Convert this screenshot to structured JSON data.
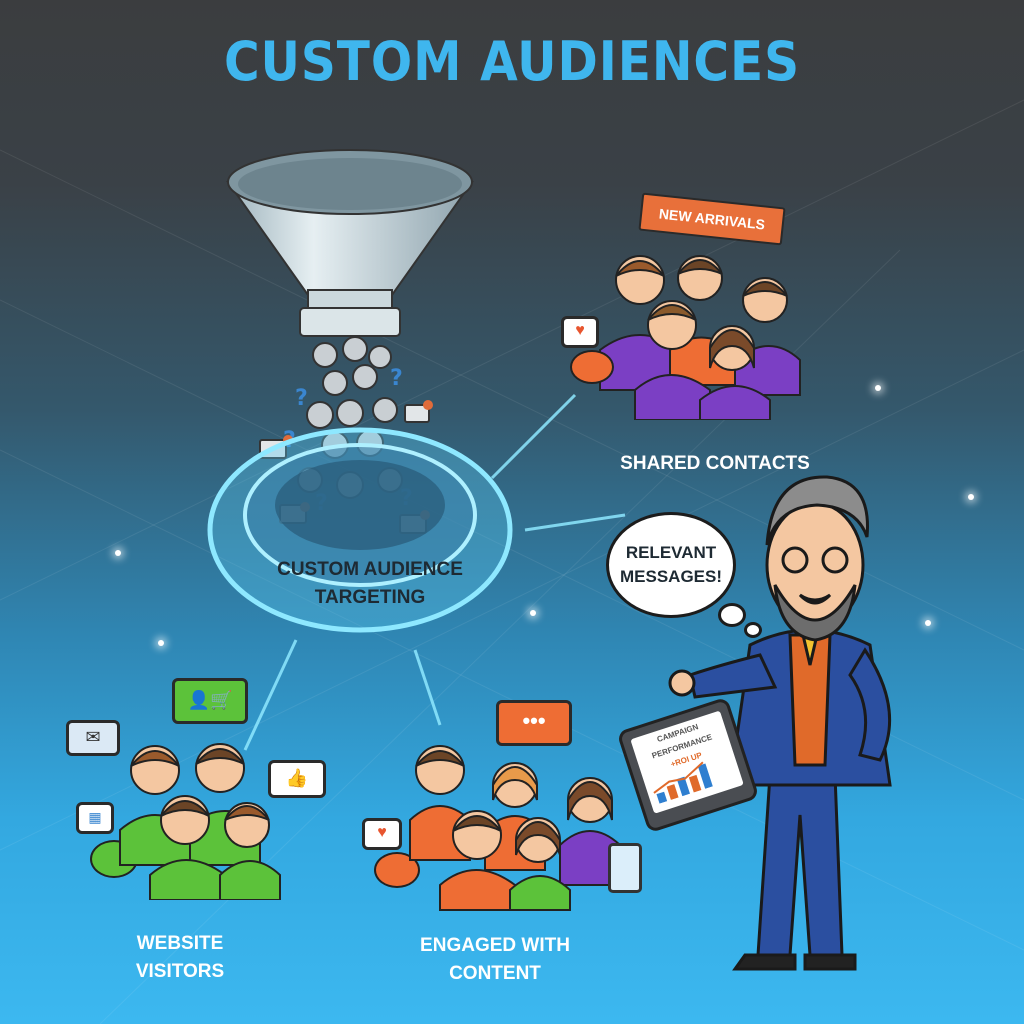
{
  "title": "CUSTOM AUDIENCES",
  "center": {
    "funnel_icon": "funnel-icon",
    "ring_label": "CUSTOM AUDIENCE TARGETING",
    "ring_line1": "CUSTOM AUDIENCE",
    "ring_line2": "TARGETING",
    "falling_icons": [
      "user-avatar-icon",
      "question-mark-icon",
      "envelope-icon",
      "shopping-cart-icon",
      "location-pin-icon"
    ]
  },
  "groups": [
    {
      "id": "shared-contacts",
      "label": "SHARED CONTACTS",
      "banner": "NEW ARRIVALS",
      "shirt_color": "#7b3fc4",
      "accent": "#ee6d34"
    },
    {
      "id": "website-visitors",
      "label_line1": "WEBSITE",
      "label_line2": "VISITORS",
      "shirt_color": "#5cc23a"
    },
    {
      "id": "engaged-with-content",
      "label_line1": "ENGAGED WITH",
      "label_line2": "CONTENT",
      "shirt_color": "#ee6d34"
    }
  ],
  "presenter": {
    "speech_line1": "RELEVANT",
    "speech_line2": "MESSAGES!",
    "tablet_line1": "CAMPAIGN",
    "tablet_line2": "PERFORMANCE",
    "tablet_line3": "+ROI UP"
  },
  "colors": {
    "title": "#3fb6ee",
    "glow": "#7fe3ff",
    "banner": "#e8703a",
    "purple": "#7b3fc4",
    "green": "#5cc23a",
    "orange": "#ee6d34",
    "suit": "#2b4fa0"
  }
}
